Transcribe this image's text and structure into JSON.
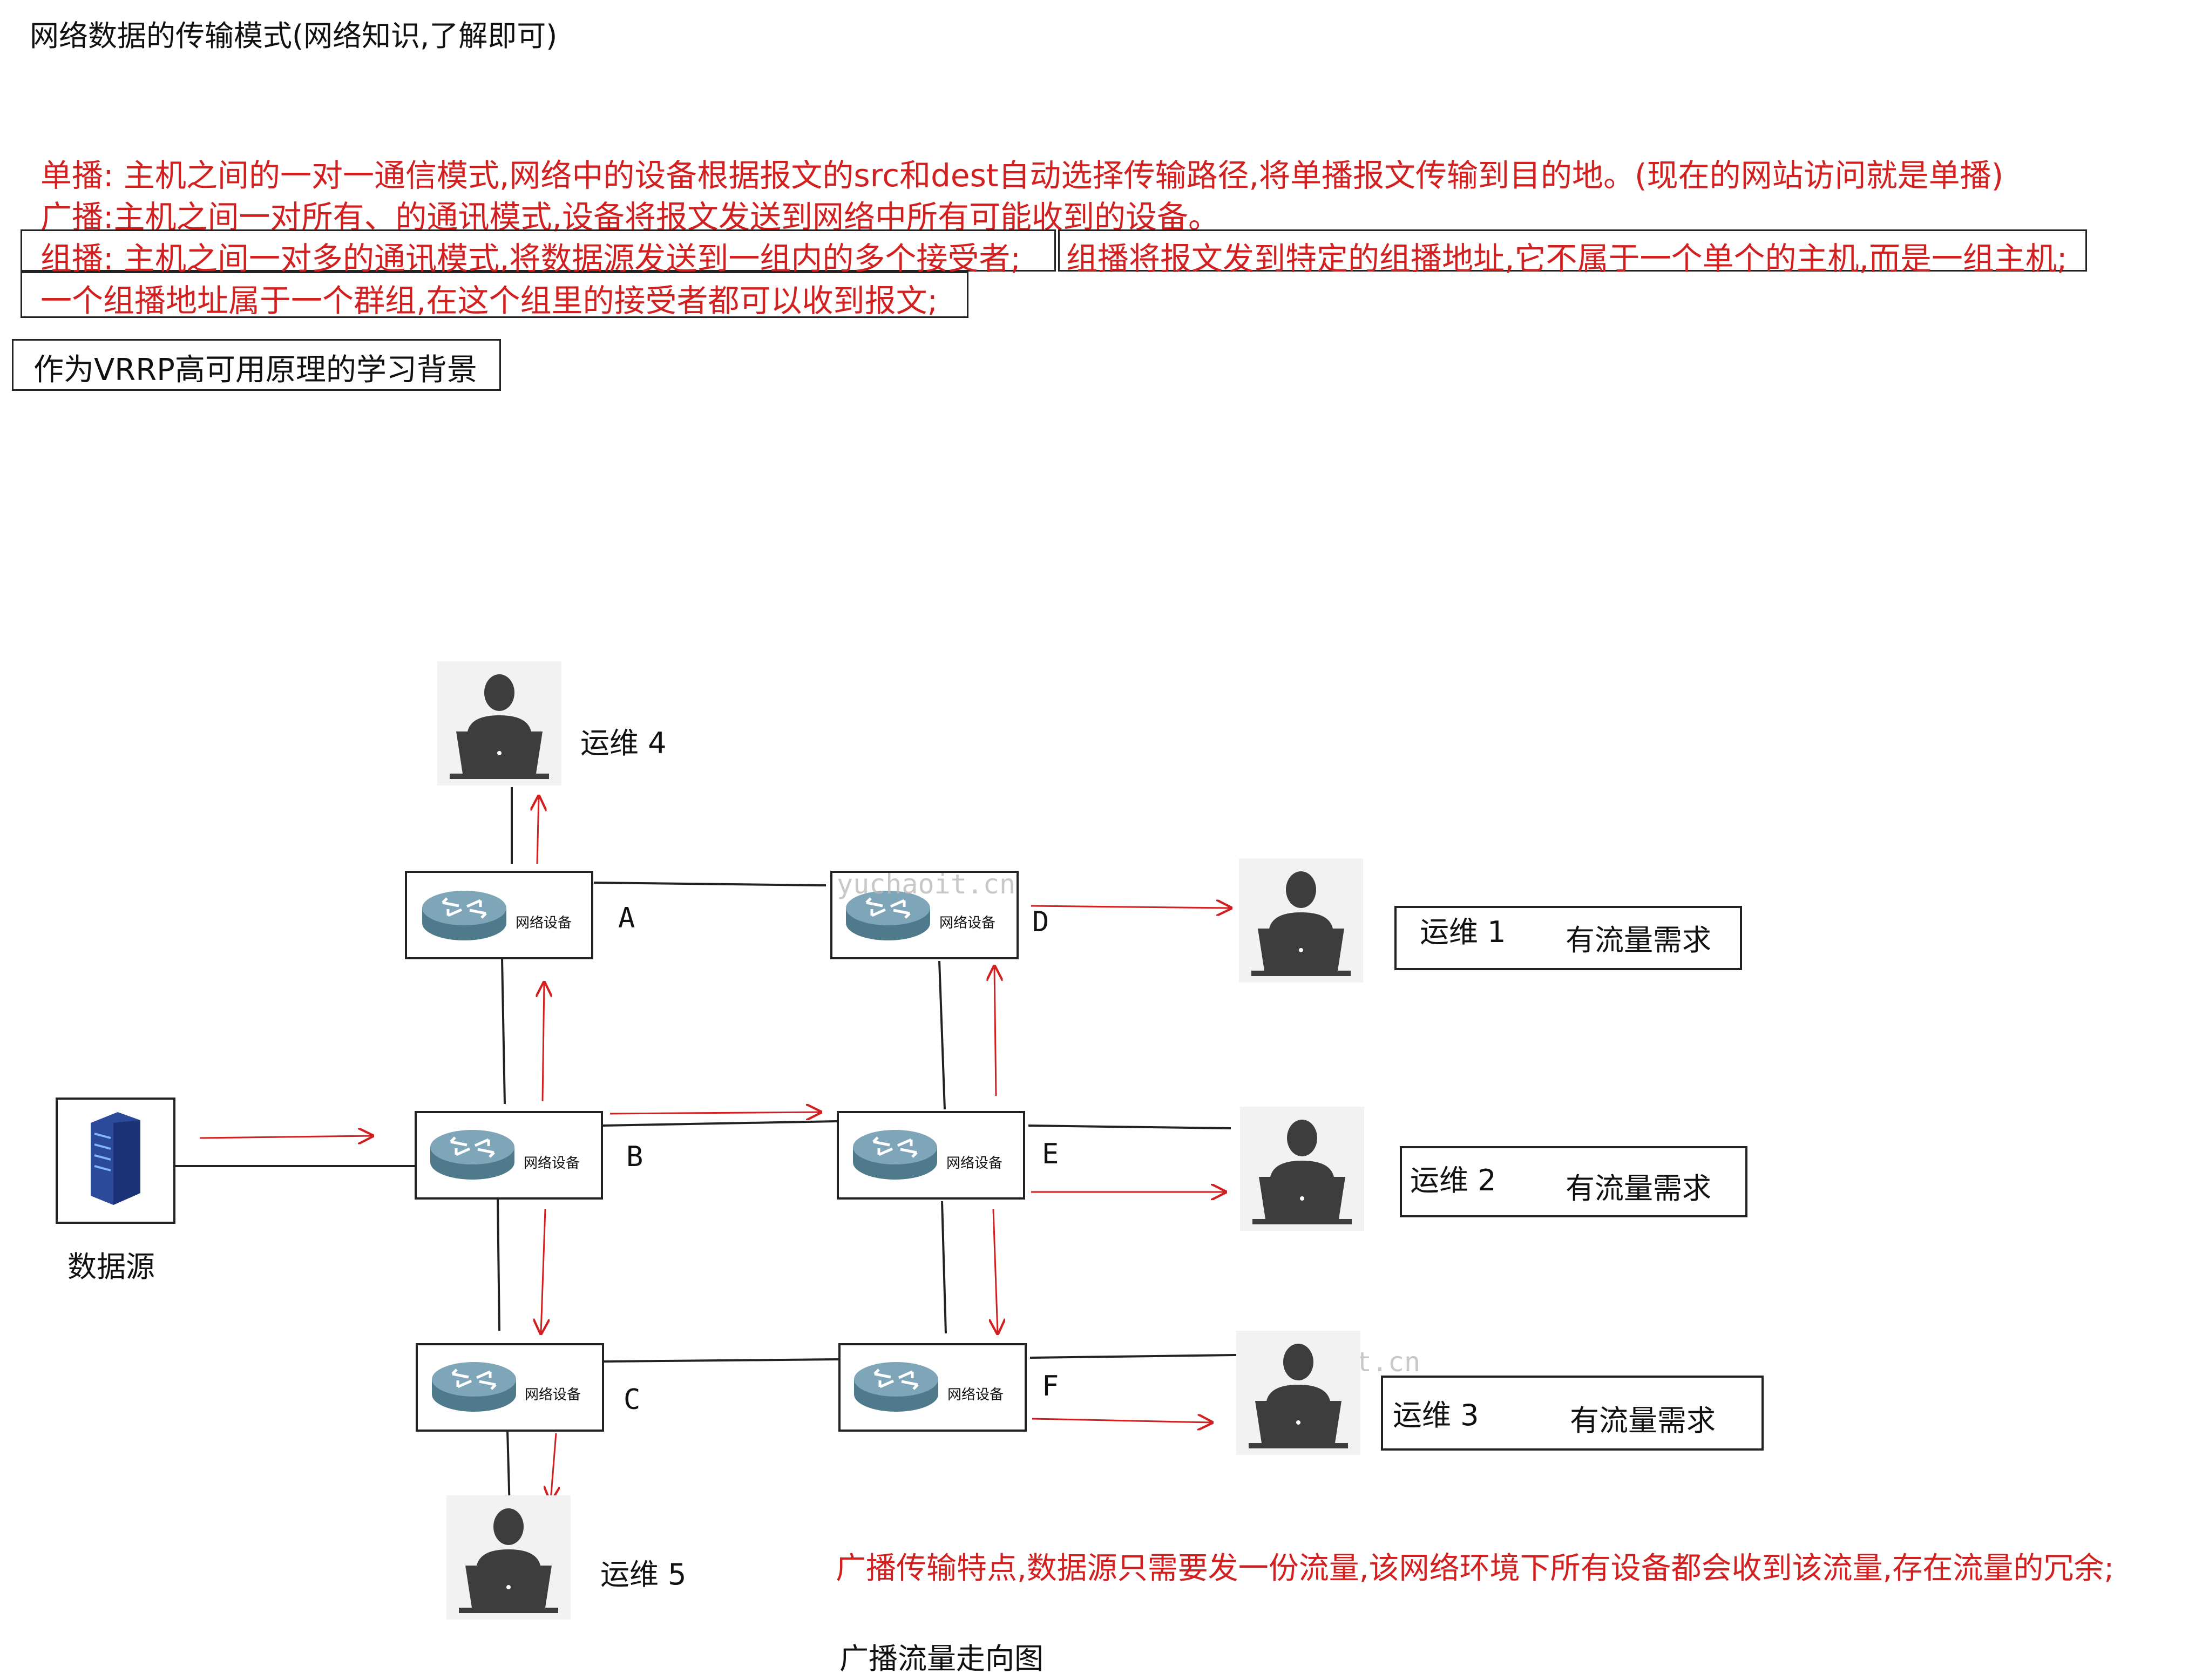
{
  "header": {
    "title": "网络数据的传输模式(网络知识,了解即可)"
  },
  "definitions": {
    "unicast": "单播:  主机之间的一对一通信模式,网络中的设备根据报文的src和dest自动选择传输路径,将单播报文传输到目的地。(现在的网站访问就是单播)",
    "broadcast": "广播:主机之间一对所有、的通讯模式,设备将报文发送到网络中所有可能收到的设备。",
    "multicast_a": "组播:  主机之间一对多的通讯模式,将数据源发送到一组内的多个接受者;",
    "multicast_b": "组播将报文发到特定的组播地址,它不属于一个单个的主机,而是一组主机;",
    "multicast_c": "一个组播地址属于一个群组,在这个组里的接受者都可以收到报文;"
  },
  "background_label": "作为VRRP高可用原理的学习背景",
  "diagram": {
    "source_label": "数据源",
    "router_caption": "网络设备",
    "routers": [
      {
        "id": "A",
        "label": "A"
      },
      {
        "id": "B",
        "label": "B"
      },
      {
        "id": "C",
        "label": "C"
      },
      {
        "id": "D",
        "label": "D"
      },
      {
        "id": "E",
        "label": "E"
      },
      {
        "id": "F",
        "label": "F"
      }
    ],
    "operators": [
      {
        "label": "运维 4"
      },
      {
        "label": "运维 1",
        "need": "有流量需求"
      },
      {
        "label": "运维 2",
        "need": "有流量需求"
      },
      {
        "label": "运维 3",
        "need": "有流量需求"
      },
      {
        "label": "运维 5"
      }
    ],
    "watermark": "yuchaoit.cn"
  },
  "note": "广播传输特点,数据源只需要发一份流量,该网络环境下所有设备都会收到该流量,存在流量的冗余;",
  "caption": "广播流量走向图",
  "colors": {
    "accent_red": "#d21f1f",
    "router_body": "#5f8a9c",
    "person": "#3d3d3d",
    "server": "#2c4a9a"
  }
}
